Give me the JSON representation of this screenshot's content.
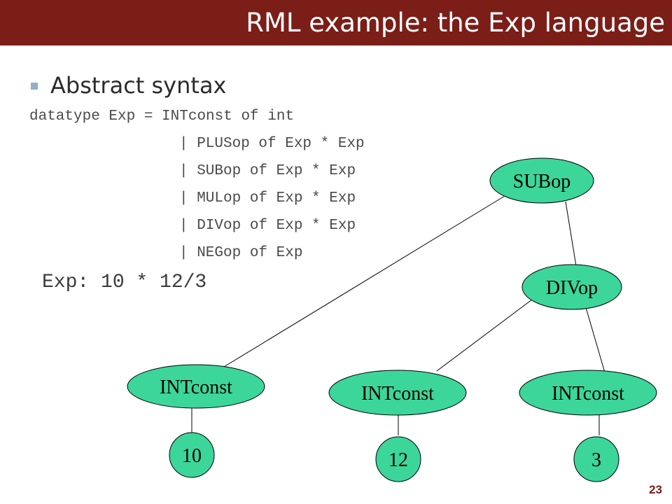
{
  "slide": {
    "title": "RML example: the Exp language",
    "bullet": "Abstract syntax",
    "code_lines": [
      "datatype Exp = INTconst of int",
      "| PLUSop of Exp * Exp",
      "| SUBop of Exp * Exp",
      "| MULop of Exp * Exp",
      "| DIVop of Exp * Exp",
      "| NEGop of Exp"
    ],
    "expression": "Exp: 10 * 12/3",
    "slide_number": "23"
  },
  "tree": {
    "nodes": {
      "subop": "SUBop",
      "divop": "DIVop",
      "intconst_left": "INTconst",
      "intconst_mid": "INTconst",
      "intconst_right": "INTconst",
      "value_10": "10",
      "value_12": "12",
      "value_3": "3"
    }
  },
  "colors": {
    "title_bar": "#7b1e18",
    "node_fill": "#3cd69a",
    "bullet": "#8fb0c8"
  }
}
